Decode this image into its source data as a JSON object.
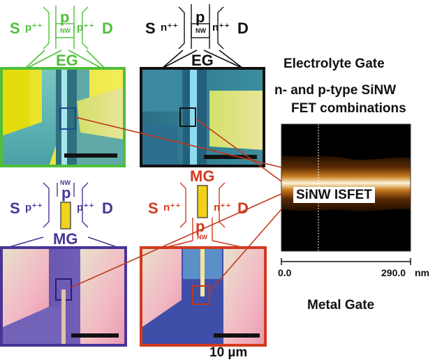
{
  "colors": {
    "green": "#4fbf3a",
    "black": "#111111",
    "purple": "#4a3496",
    "red": "#d23a1f",
    "connector": "#c0391b",
    "gold": "#f0d21a"
  },
  "devices": {
    "top_left": {
      "source": "S",
      "drain": "D",
      "contact_left": "p⁺⁺",
      "contact_right": "p⁺⁺",
      "channel": "p",
      "nw": "NW",
      "gate": "EG"
    },
    "top_right": {
      "source": "S",
      "drain": "D",
      "contact_left": "n⁺⁺",
      "contact_right": "n⁺⁺",
      "channel": "p",
      "nw": "NW",
      "gate": "EG"
    },
    "bottom_left": {
      "source": "S",
      "drain": "D",
      "contact_left": "p⁺⁺",
      "contact_right": "p⁺⁺",
      "channel": "p",
      "nw": "NW",
      "gate": "MG"
    },
    "bottom_right": {
      "source": "S",
      "drain": "D",
      "contact_left": "n⁺⁺",
      "contact_right": "n⁺⁺",
      "channel": "p",
      "nw": "NW",
      "gate": "MG"
    }
  },
  "labels": {
    "electrolyte_gate": "Electrolyte Gate",
    "combos_line1": "n- and p-type SiNW",
    "combos_line2": "FET combinations",
    "isfet": "SiNW ISFET",
    "metal_gate": "Metal Gate",
    "scale": "10 µm"
  },
  "afm_axis": {
    "start": "0.0",
    "end": "290.0",
    "unit": "nm"
  }
}
